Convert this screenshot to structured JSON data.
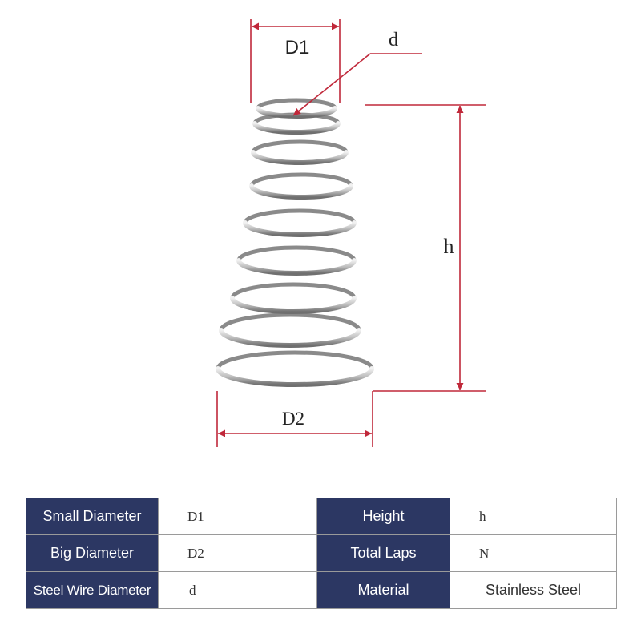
{
  "diagram": {
    "labels": {
      "top_diameter": "D1",
      "wire": "d",
      "height": "h",
      "bottom_diameter": "D2"
    },
    "colors": {
      "dimension": "#c0283a",
      "spring_light": "#e8e8e8",
      "spring_dark": "#7a7a7a"
    }
  },
  "table": {
    "rows": [
      {
        "key1": "Small Diameter",
        "val1": "D1",
        "key2": "Height",
        "val2": "h"
      },
      {
        "key1": "Big Diameter",
        "val1": "D2",
        "key2": "Total Laps",
        "val2": "N"
      },
      {
        "key1": "Steel Wire Diameter",
        "val1": "d",
        "key2": "Material",
        "val2": "Stainless Steel"
      }
    ],
    "colors": {
      "header_bg": "#2c3763",
      "header_text": "#ffffff",
      "border": "#9a9a9a"
    }
  }
}
